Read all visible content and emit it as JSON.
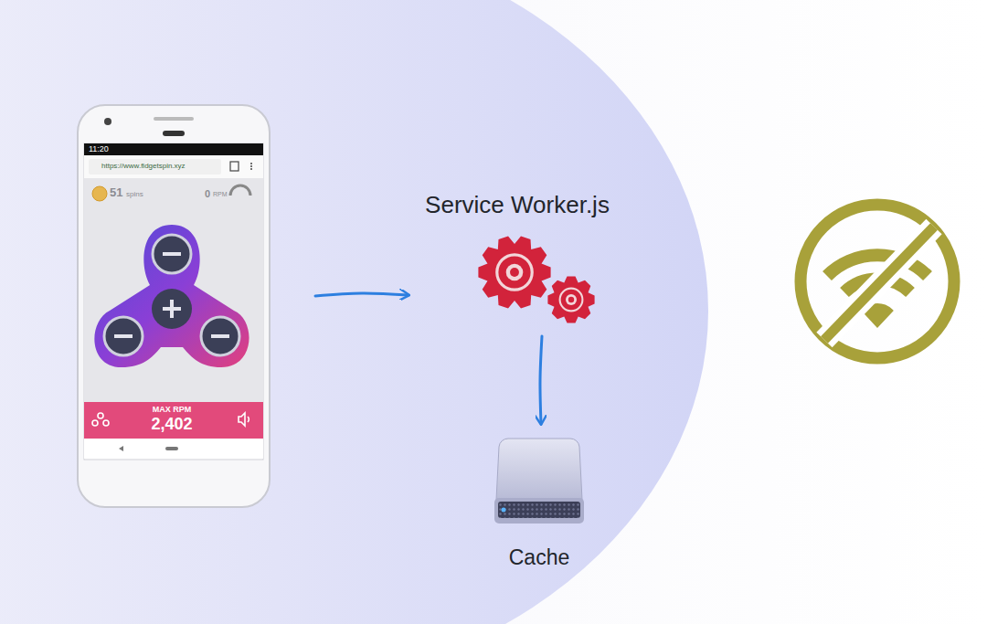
{
  "diagram": {
    "nodes": [
      {
        "text": [
          "11:20",
          "https://www.fidgetspin.xyz",
          "51",
          "spins",
          "0",
          "RPM",
          "MAX RPM",
          "2,402"
        ]
      },
      {
        "text": [
          "Service Worker.js"
        ]
      },
      {
        "text": [
          "Cache"
        ]
      }
    ],
    "edges": [
      {
        "from": 0,
        "to": 1,
        "arrow": "to"
      },
      {
        "from": 1,
        "to": 2,
        "arrow": "to"
      }
    ]
  }
}
